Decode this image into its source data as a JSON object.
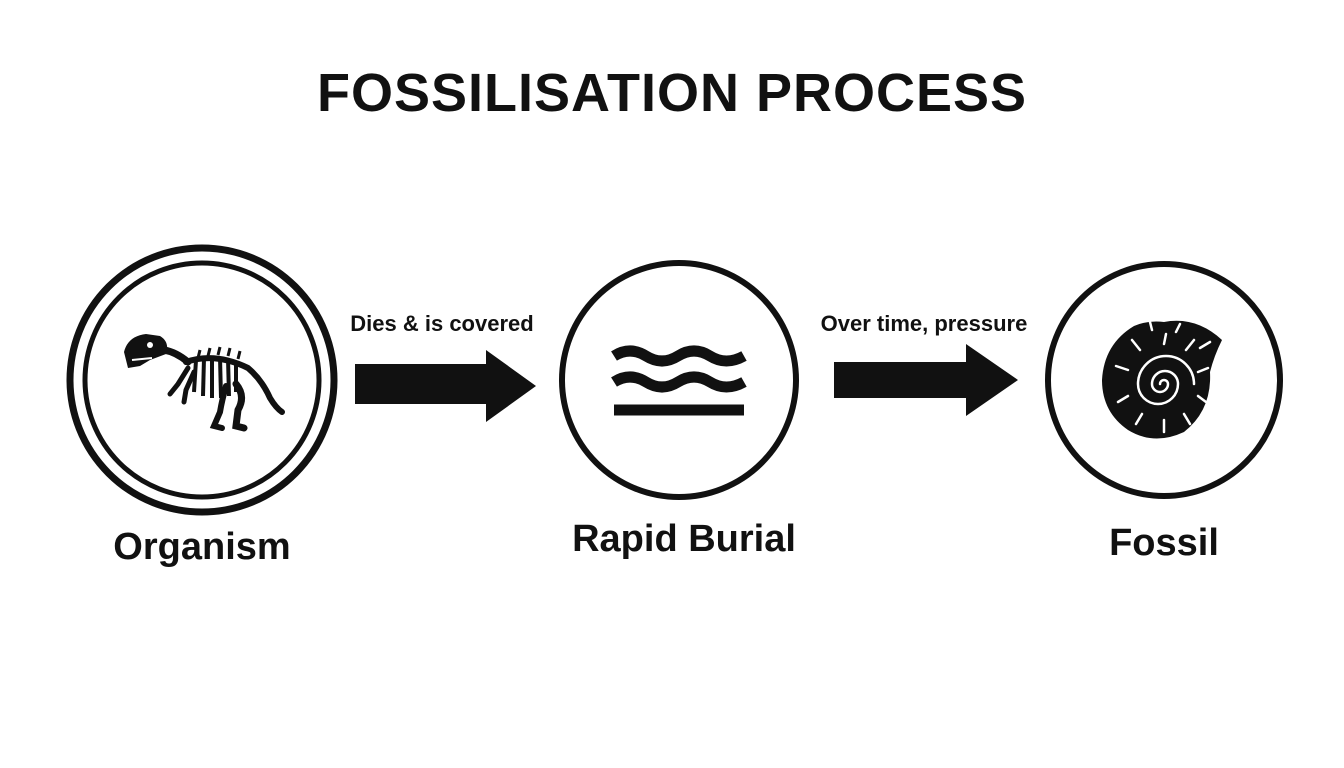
{
  "title": "FOSSILISATION PROCESS",
  "steps": [
    {
      "label": "Organism",
      "icon": "dinosaur-skeleton-icon"
    },
    {
      "label": "Rapid Burial",
      "icon": "sediment-layers-icon"
    },
    {
      "label": "Fossil",
      "icon": "ammonite-icon"
    }
  ],
  "arrows": [
    {
      "label": "Dies & is covered"
    },
    {
      "label": "Over time, pressure"
    }
  ],
  "colors": {
    "ink": "#111111",
    "background": "#ffffff"
  }
}
